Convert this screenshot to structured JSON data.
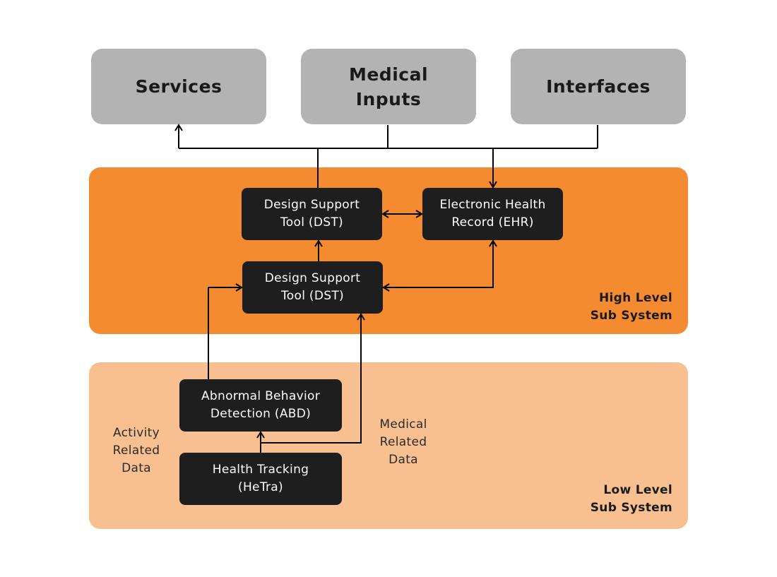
{
  "top_boxes": {
    "services": [
      "Services"
    ],
    "medical_inputs": [
      "Medical",
      "Inputs"
    ],
    "interfaces": [
      "Interfaces"
    ]
  },
  "high_level": {
    "label": [
      "High Level",
      "Sub System"
    ],
    "dst_top": [
      "Design Support",
      "Tool (DST)"
    ],
    "ehr": [
      "Electronic Health",
      "Record (EHR)"
    ],
    "dst_bottom": [
      "Design Support",
      "Tool (DST)"
    ]
  },
  "low_level": {
    "label": [
      "Low Level",
      "Sub System"
    ],
    "abd": [
      "Abnormal Behavior",
      "Detection (ABD)"
    ],
    "hetra": [
      "Health Tracking",
      "(HeTra)"
    ],
    "activity_data": [
      "Activity",
      "Related",
      "Data"
    ],
    "medical_data": [
      "Medical",
      "Related",
      "Data"
    ]
  },
  "colors": {
    "top_box": "#b3b3b3",
    "high_panel": "#f58b30",
    "low_panel": "#f8c090",
    "node": "#1e1e1e",
    "line": "#000000"
  }
}
